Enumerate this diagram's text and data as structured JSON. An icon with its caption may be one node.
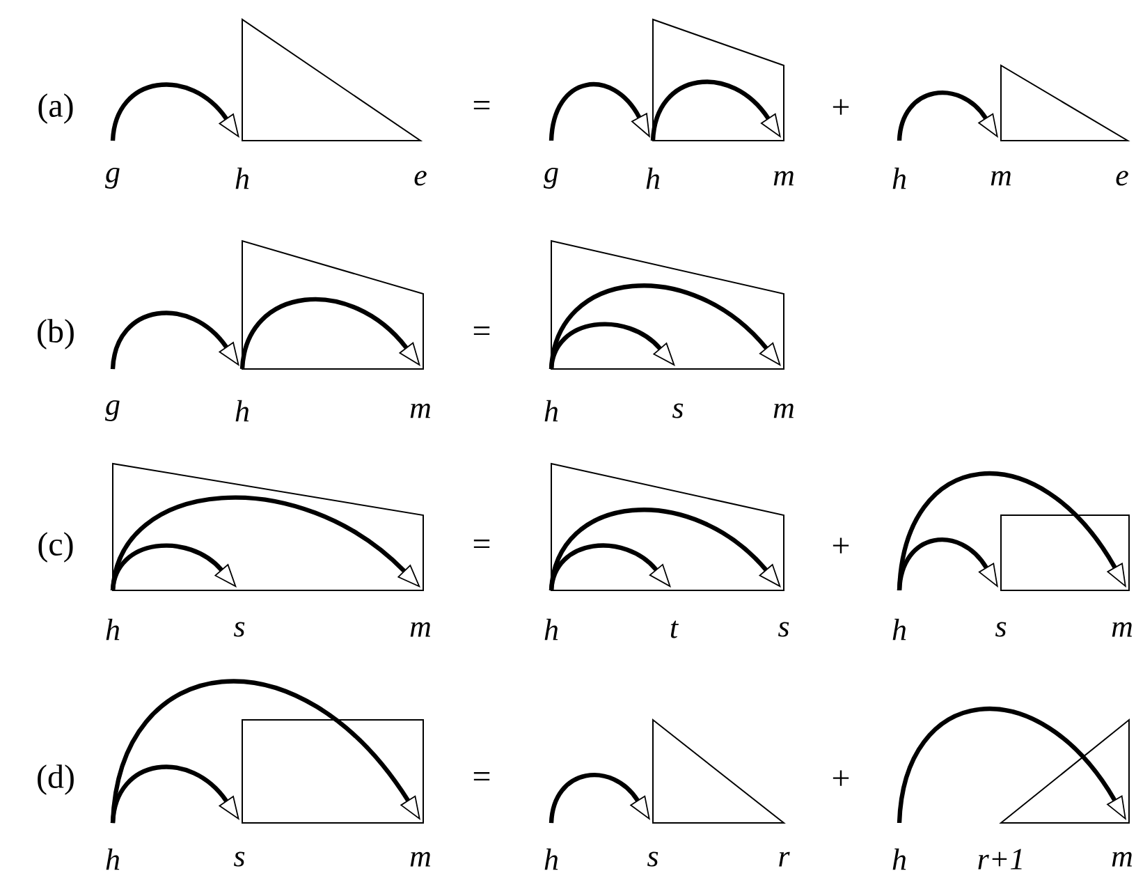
{
  "diagram": {
    "labels": [
      "(a)",
      "g",
      "h",
      "e",
      "=",
      "g",
      "h",
      "m",
      "+",
      "h",
      "m",
      "e",
      "(b)",
      "g",
      "h",
      "m",
      "=",
      "h",
      "s",
      "m",
      "(c)",
      "h",
      "s",
      "m",
      "=",
      "h",
      "t",
      "s",
      "+",
      "h",
      "s",
      "m",
      "(d)",
      "h",
      "s",
      "m",
      "=",
      "h",
      "s",
      "r",
      "+",
      "h",
      "r+1",
      "m"
    ]
  }
}
